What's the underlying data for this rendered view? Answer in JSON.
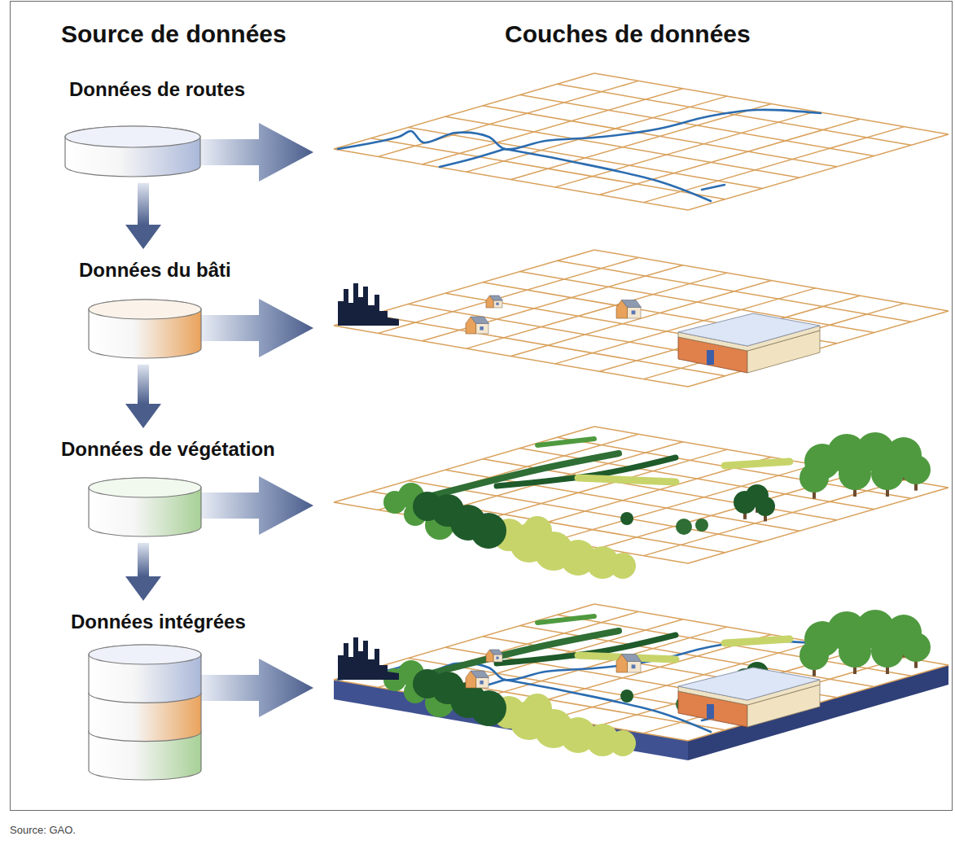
{
  "diagram": {
    "caption": "Source: GAO.",
    "nodes": [
      {
        "text": [
          "Données de routes"
        ]
      },
      {
        "text": [
          "Données du bâti"
        ]
      },
      {
        "text": [
          "Données de végétation"
        ]
      },
      {
        "text": [
          "Données intégrées"
        ]
      }
    ],
    "edges": [
      {
        "from": 0,
        "to": 1,
        "arrow": "to"
      },
      {
        "from": 1,
        "to": 2,
        "arrow": "to"
      },
      {
        "from": 2,
        "to": 3,
        "arrow": "to"
      }
    ],
    "labels": [
      "Source de données",
      "Couches de données"
    ]
  }
}
